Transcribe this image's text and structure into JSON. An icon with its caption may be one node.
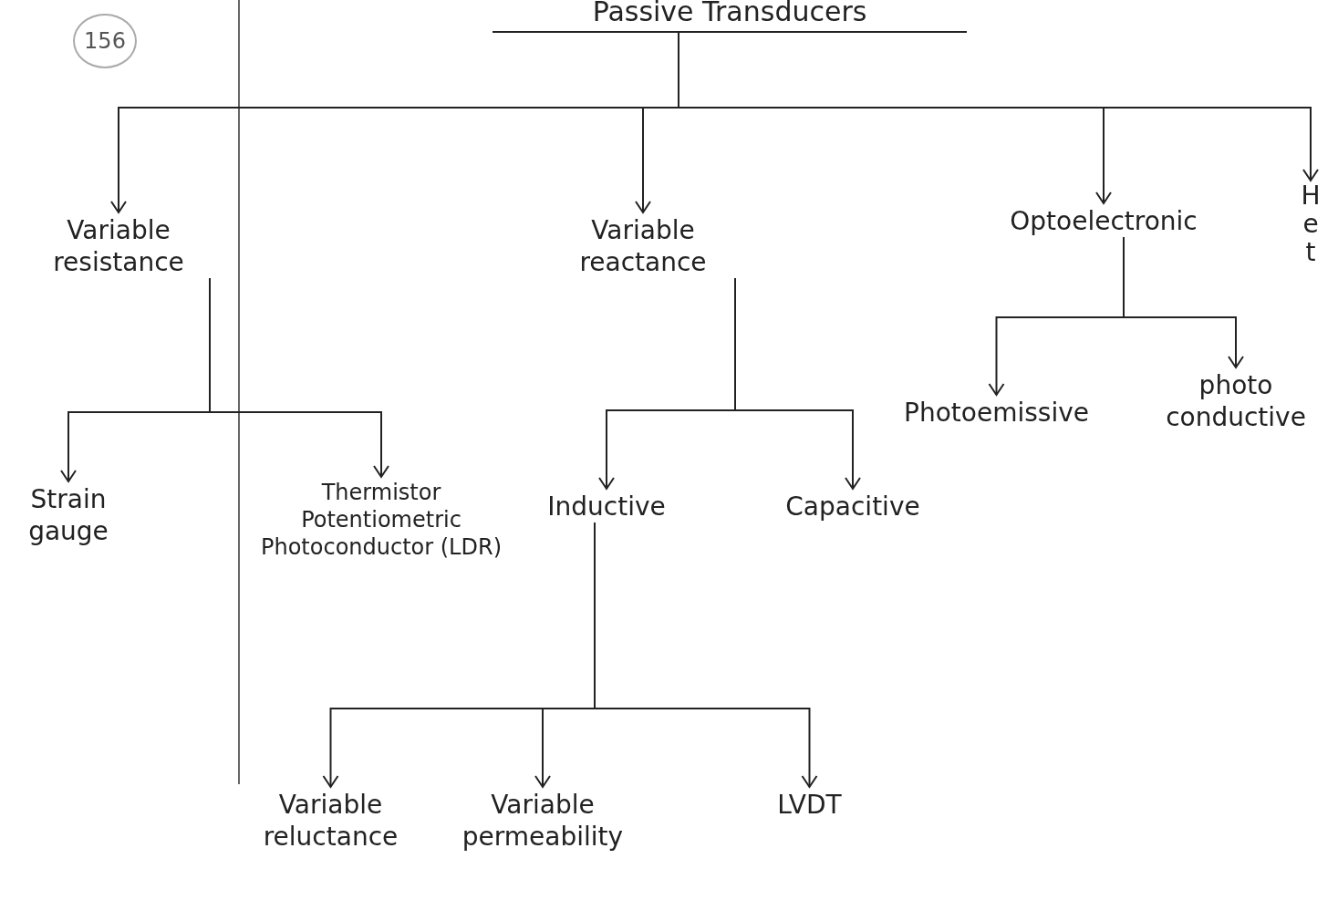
{
  "diagram": {
    "nodes": [
      {
        "text": [
          "Passive Transducers"
        ]
      },
      {
        "text": [
          "Variable resistance"
        ]
      },
      {
        "text": [
          "Variable reactance"
        ]
      },
      {
        "text": [
          "Optoelectronic"
        ]
      },
      {
        "text": [
          "Het"
        ]
      },
      {
        "text": [
          "Photoemissive"
        ]
      },
      {
        "text": [
          "photo conductive"
        ]
      },
      {
        "text": [
          "Strain gauge"
        ]
      },
      {
        "text": [
          "Thermistor",
          "Potentiometric",
          "Photoconductor (LDR)"
        ]
      },
      {
        "text": [
          "Inductive"
        ]
      },
      {
        "text": [
          "Capacitive"
        ]
      },
      {
        "text": [
          "Variable reluctance"
        ]
      },
      {
        "text": [
          "Variable permeability"
        ]
      },
      {
        "text": [
          "LVDT"
        ]
      }
    ],
    "edges": [
      {
        "from": 0,
        "to": 1,
        "arrow": "to"
      },
      {
        "from": 0,
        "to": 2,
        "arrow": "to"
      },
      {
        "from": 0,
        "to": 3,
        "arrow": "to"
      },
      {
        "from": 0,
        "to": 4,
        "arrow": "to"
      },
      {
        "from": 3,
        "to": 5,
        "arrow": "to"
      },
      {
        "from": 3,
        "to": 6,
        "arrow": "to"
      },
      {
        "from": 1,
        "to": 7,
        "arrow": "to"
      },
      {
        "from": 1,
        "to": 8,
        "arrow": "to"
      },
      {
        "from": 2,
        "to": 9,
        "arrow": "to"
      },
      {
        "from": 2,
        "to": 10,
        "arrow": "to"
      },
      {
        "from": 9,
        "to": 11,
        "arrow": "to"
      },
      {
        "from": 9,
        "to": 12,
        "arrow": "to"
      },
      {
        "from": 9,
        "to": 13,
        "arrow": "to"
      }
    ],
    "labels": [
      "156"
    ]
  }
}
